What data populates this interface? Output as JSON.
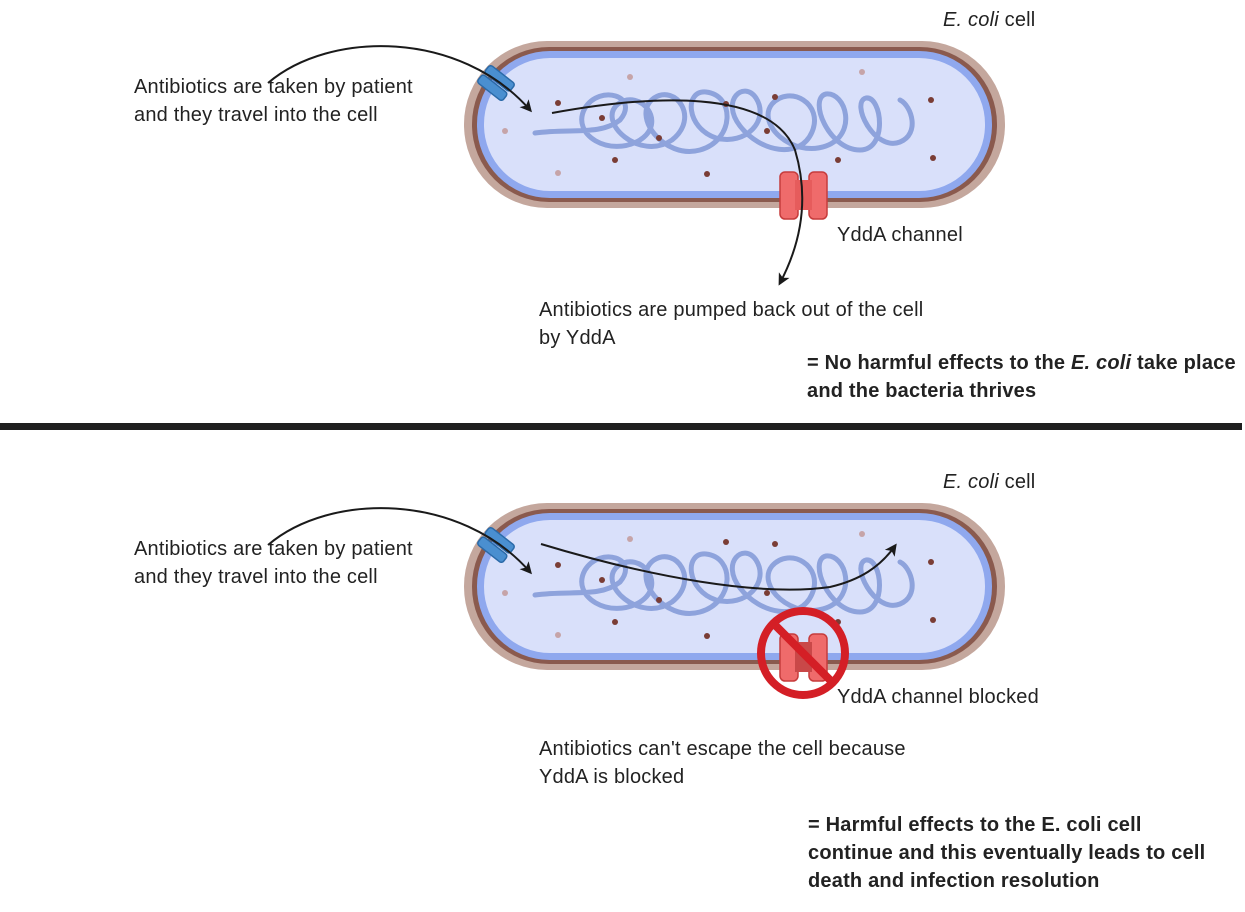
{
  "top": {
    "cell_label_species": "E. coli",
    "cell_label_word": "cell",
    "intake_text": "Antibiotics are taken by patient and they travel into the cell",
    "channel_label": "YddA channel",
    "efflux_text": "Antibiotics are pumped back out of the cell by YddA",
    "outcome_prefix": "= No harmful effects to the ",
    "outcome_species": "E. coli",
    "outcome_suffix": " take place and the bacteria thrives"
  },
  "bottom": {
    "cell_label_species": "E. coli",
    "cell_label_word": "cell",
    "intake_text": "Antibiotics are taken by patient and they travel into the cell",
    "channel_label": "YddA channel blocked",
    "blocked_text": "Antibiotics can't escape the cell because YddA is blocked",
    "outcome_text": "= Harmful effects to the E. coli cell continue and this eventually leads to cell death and infection resolution"
  },
  "colors": {
    "outer_membrane": "#b89b92",
    "cell_wall": "#8a5a4e",
    "inner_membrane": "#8fa8ee",
    "cytoplasm": "#d9e0fa",
    "dna": "#8ea3dc",
    "porin": "#4a8fd0",
    "yddA_channel": "#ef6b6b",
    "blocked_sign": "#d41f26",
    "arrow": "#1a1a1a"
  }
}
